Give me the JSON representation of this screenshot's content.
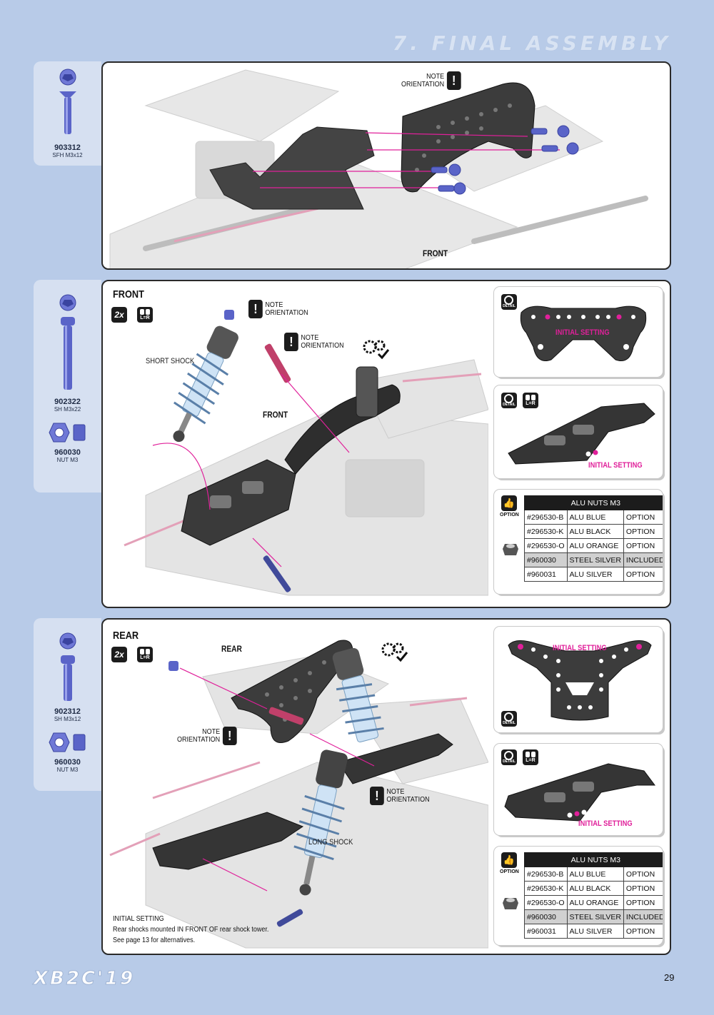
{
  "header": {
    "title": "7. FINAL ASSEMBLY"
  },
  "step1": {
    "parts": [
      {
        "code": "903312",
        "desc": "SFH M3x12",
        "icon": "countersunk-screw-icon"
      }
    ],
    "note": {
      "line1": "NOTE",
      "line2": "ORIENTATION"
    },
    "direction": "FRONT"
  },
  "step2": {
    "section": "FRONT",
    "multiplier": "2x",
    "lr": "L=R",
    "parts": [
      {
        "code": "902322",
        "desc": "SH M3x22",
        "icon": "socket-head-screw-icon"
      },
      {
        "code": "960030",
        "desc": "NUT M3",
        "icon": "nut-icon"
      }
    ],
    "note1": {
      "line1": "NOTE",
      "line2": "ORIENTATION"
    },
    "note2": {
      "line1": "NOTE",
      "line2": "ORIENTATION"
    },
    "shock_label": "SHORT SHOCK",
    "direction": "FRONT",
    "detail1": {
      "label": "INITIAL SETTING",
      "icon_text": "DETAIL"
    },
    "detail2": {
      "label": "INITIAL SETTING",
      "icon_text": "DETAIL",
      "lr": "L=R"
    },
    "option": {
      "icon_text": "OPTION",
      "header": "ALU NUTS M3",
      "rows": [
        [
          "#296530-B",
          "ALU BLUE",
          "OPTION"
        ],
        [
          "#296530-K",
          "ALU BLACK",
          "OPTION"
        ],
        [
          "#296530-O",
          "ALU ORANGE",
          "OPTION"
        ],
        [
          "#960030",
          "STEEL SILVER",
          "INCLUDED"
        ],
        [
          "#960031",
          "ALU SILVER",
          "OPTION"
        ]
      ]
    }
  },
  "step3": {
    "section": "REAR",
    "multiplier": "2x",
    "lr": "L=R",
    "parts": [
      {
        "code": "902312",
        "desc": "SH M3x12",
        "icon": "socket-head-screw-icon"
      },
      {
        "code": "960030",
        "desc": "NUT M3",
        "icon": "nut-icon"
      }
    ],
    "note1": {
      "line1": "NOTE",
      "line2": "ORIENTATION"
    },
    "note2": {
      "line1": "NOTE",
      "line2": "ORIENTATION"
    },
    "shock_label": "LONG SHOCK",
    "direction": "REAR",
    "initial": {
      "line1": "INITIAL SETTING",
      "line2": "Rear shocks mounted IN FRONT OF rear shock tower.",
      "line3": "See page 13 for alternatives."
    },
    "detail1": {
      "label": "INITIAL SETTING",
      "icon_text": "DETAIL"
    },
    "detail2": {
      "label": "INITIAL SETTING",
      "icon_text": "DETAIL",
      "lr": "L=R"
    },
    "option": {
      "icon_text": "OPTION",
      "header": "ALU NUTS M3",
      "rows": [
        [
          "#296530-B",
          "ALU BLUE",
          "OPTION"
        ],
        [
          "#296530-K",
          "ALU BLACK",
          "OPTION"
        ],
        [
          "#296530-O",
          "ALU ORANGE",
          "OPTION"
        ],
        [
          "#960030",
          "STEEL SILVER",
          "INCLUDED"
        ],
        [
          "#960031",
          "ALU SILVER",
          "OPTION"
        ]
      ]
    }
  },
  "footer": {
    "logo": "XB2C'19",
    "page": "29"
  },
  "colors": {
    "background": "#b8cbe8",
    "accent": "#e0209a",
    "hardware": "#5a64c8"
  }
}
